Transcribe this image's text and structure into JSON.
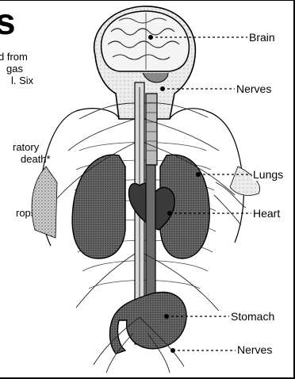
{
  "article": {
    "headline_fragment": "s",
    "text_lines": [
      "d from",
      "gas",
      "l. Six",
      "ratory",
      "death*",
      "rops"
    ]
  },
  "diagram_labels": {
    "brain": "Brain",
    "nerves_upper": "Nerves",
    "lungs": "Lungs",
    "heart": "Heart",
    "stomach": "Stomach",
    "nerves_lower": "Nerves"
  }
}
